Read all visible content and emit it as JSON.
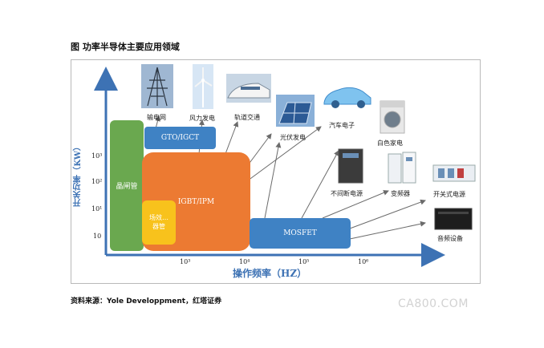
{
  "figure": {
    "title": "图 功率半导体主要应用领域",
    "source_note": "资料来源：Yole Developpment，红塔证券",
    "watermark": "CA800.COM"
  },
  "axes": {
    "x_label": "操作频率（HZ）",
    "y_label": "开关功率（KW）",
    "x_ticks": [
      "10³",
      "10⁴",
      "10⁵",
      "10⁶"
    ],
    "y_ticks": [
      "10³",
      "10²",
      "10¹",
      "10"
    ]
  },
  "devices": {
    "thyristor": "晶闸管",
    "gto_igct": "GTO/IGCT",
    "igbt_ipm": "IGBT/IPM",
    "discrete": "场效…\n器管",
    "mosfet": "MOSFET"
  },
  "applications": {
    "power_grid": "输电网",
    "wind_power": "风力发电",
    "rail_transit": "轨道交通",
    "photovoltaic": "光伏发电",
    "automotive": "汽车电子",
    "white_goods": "白色家电",
    "ups": "不间断电源",
    "inverter": "变频器",
    "switching_supply": "开关式电源",
    "audio": "音频设备"
  },
  "colors": {
    "axis": "#3d72b4",
    "thyristor": "#6aa84f",
    "gto": "#3f82c4",
    "igbt": "#ec7a32",
    "small": "#f8c21c",
    "mosfet": "#3f82c4"
  }
}
